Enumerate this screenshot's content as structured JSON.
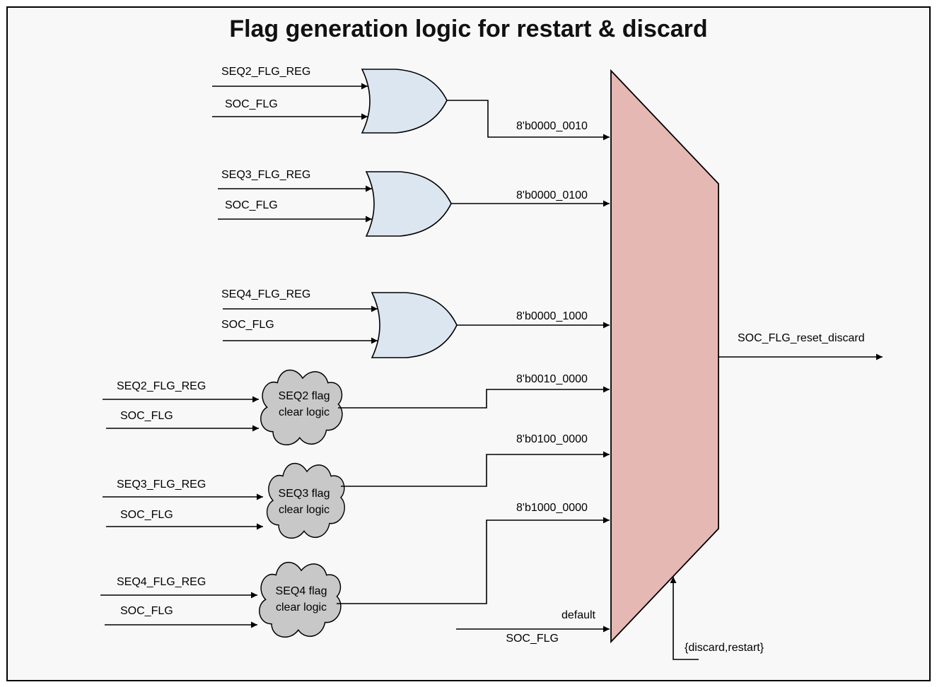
{
  "title": "Flag generation logic for restart & discard",
  "colors": {
    "or_gate_fill": "#dce6f1",
    "cloud_fill": "#c8c8c8",
    "mux_fill": "#e6b8b4",
    "background": "#f8f8f8"
  },
  "or_gates": [
    {
      "inputs": [
        "SEQ2_FLG_REG",
        "SOC_FLG"
      ],
      "output_label": "8'b0000_0010"
    },
    {
      "inputs": [
        "SEQ3_FLG_REG",
        "SOC_FLG"
      ],
      "output_label": "8'b0000_0100"
    },
    {
      "inputs": [
        "SEQ4_FLG_REG",
        "SOC_FLG"
      ],
      "output_label": "8'b0000_1000"
    }
  ],
  "clouds": [
    {
      "label_line1": "SEQ2 flag",
      "label_line2": "clear logic",
      "inputs": [
        "SEQ2_FLG_REG",
        "SOC_FLG"
      ],
      "output_label": "8'b0010_0000"
    },
    {
      "label_line1": "SEQ3 flag",
      "label_line2": "clear logic",
      "inputs": [
        "SEQ3_FLG_REG",
        "SOC_FLG"
      ],
      "output_label": "8'b0100_0000"
    },
    {
      "label_line1": "SEQ4 flag",
      "label_line2": "clear logic",
      "inputs": [
        "SEQ4_FLG_REG",
        "SOC_FLG"
      ],
      "output_label": "8'b1000_0000"
    }
  ],
  "default_input": {
    "label": "default",
    "signal": "SOC_FLG"
  },
  "select_label": "{discard,restart}",
  "output_label": "SOC_FLG_reset_discard"
}
